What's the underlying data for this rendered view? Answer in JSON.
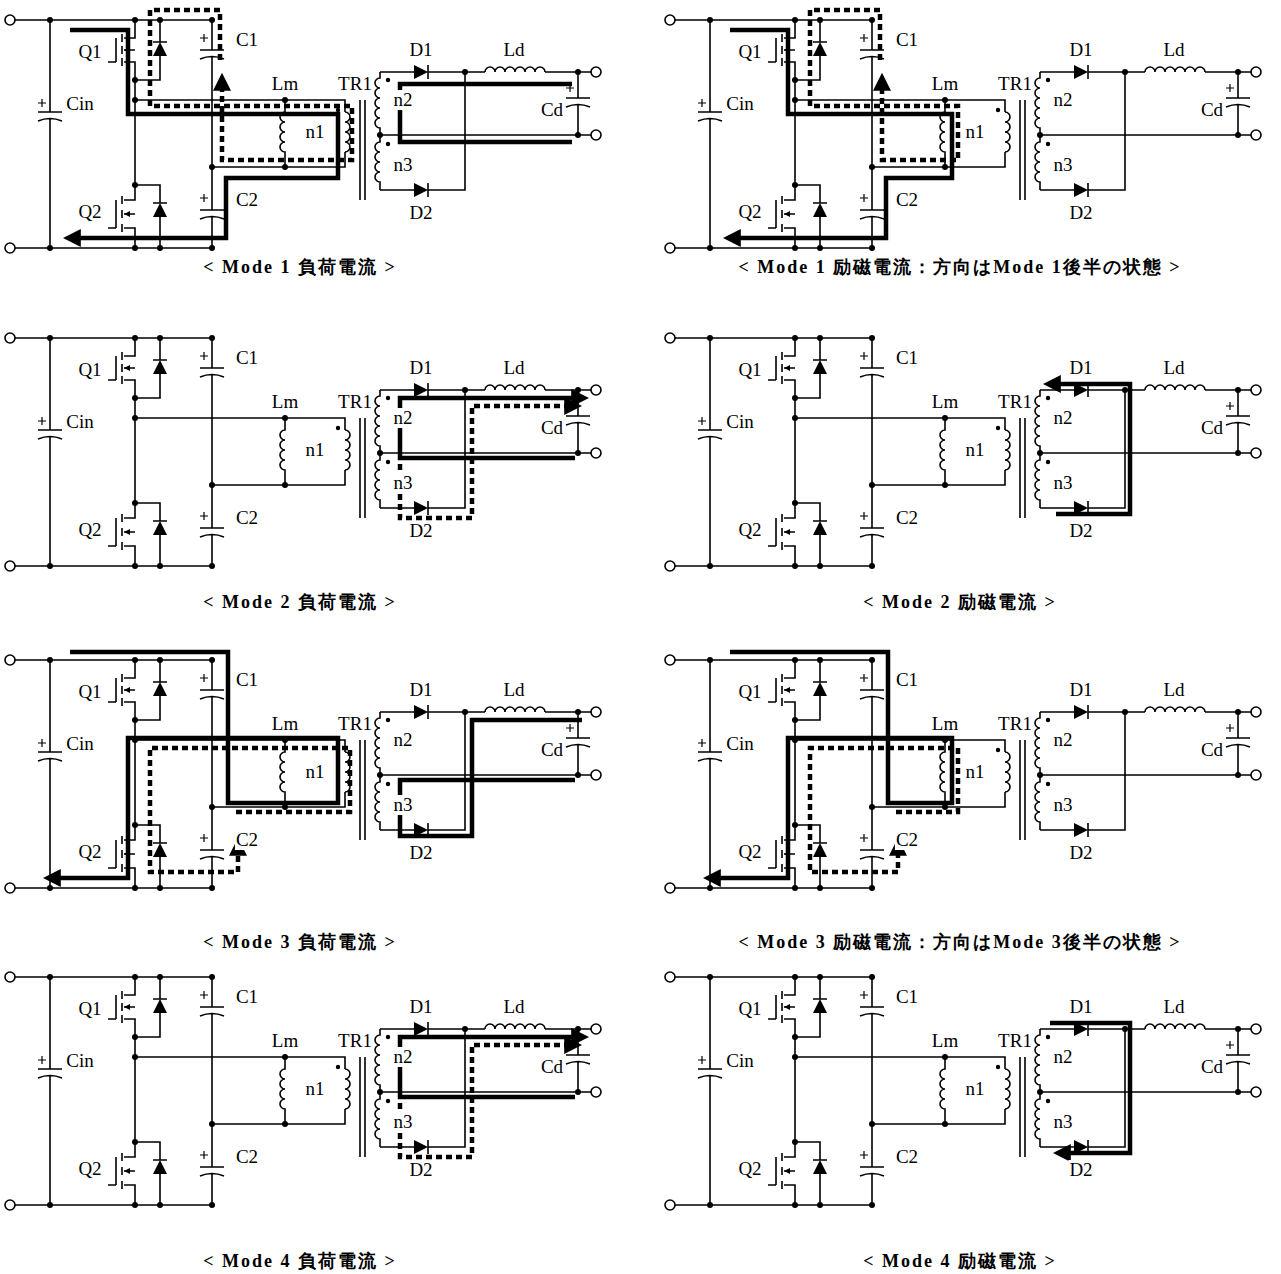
{
  "diagram": {
    "labels": [
      "Q1",
      "Cin",
      "Q2",
      "C1",
      "C2",
      "Lm",
      "TR1",
      "n1",
      "n2",
      "n3",
      "D1",
      "D2",
      "Ld",
      "Cd",
      "< Mode 1 負荷電流 >",
      "Q1",
      "Cin",
      "Q2",
      "C1",
      "C2",
      "Lm",
      "TR1",
      "n1",
      "n2",
      "n3",
      "D1",
      "D2",
      "Ld",
      "Cd",
      "< Mode 1 励磁電流：方向はMode 1後半の状態 >",
      "Q1",
      "Cin",
      "Q2",
      "C1",
      "C2",
      "Lm",
      "TR1",
      "n1",
      "n2",
      "n3",
      "D1",
      "D2",
      "Ld",
      "Cd",
      "< Mode 2 負荷電流 >",
      "Q1",
      "Cin",
      "Q2",
      "C1",
      "C2",
      "Lm",
      "TR1",
      "n1",
      "n2",
      "n3",
      "D1",
      "D2",
      "Ld",
      "Cd",
      "< Mode 2 励磁電流 >",
      "Q1",
      "Cin",
      "Q2",
      "C1",
      "C2",
      "Lm",
      "TR1",
      "n1",
      "n2",
      "n3",
      "D1",
      "D2",
      "Ld",
      "Cd",
      "< Mode 3 負荷電流 >",
      "Q1",
      "Cin",
      "Q2",
      "C1",
      "C2",
      "Lm",
      "TR1",
      "n1",
      "n2",
      "n3",
      "D1",
      "D2",
      "Ld",
      "Cd",
      "< Mode 3 励磁電流：方向はMode 3後半の状態 >",
      "Q1",
      "Cin",
      "Q2",
      "C1",
      "C2",
      "Lm",
      "TR1",
      "n1",
      "n2",
      "n3",
      "D1",
      "D2",
      "Ld",
      "Cd",
      "< Mode 4 負荷電流 >",
      "Q1",
      "Cin",
      "Q2",
      "C1",
      "C2",
      "Lm",
      "TR1",
      "n1",
      "n2",
      "n3",
      "D1",
      "D2",
      "Ld",
      "Cd",
      "< Mode 4 励磁電流 >"
    ]
  }
}
